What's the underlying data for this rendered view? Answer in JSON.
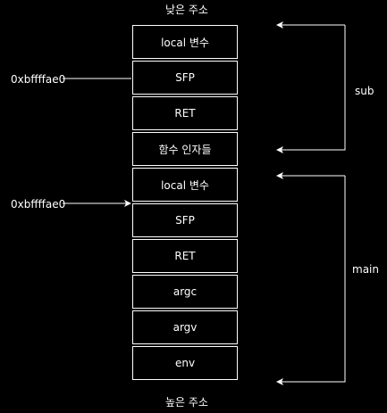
{
  "top_label": "낮은 주소",
  "bottom_label": "높은 주소",
  "stack": [
    {
      "label": "local 변수"
    },
    {
      "label": "SFP"
    },
    {
      "label": "RET"
    },
    {
      "label": "함수 인자들"
    },
    {
      "label": "local 변수"
    },
    {
      "label": "SFP"
    },
    {
      "label": "RET"
    },
    {
      "label": "argc"
    },
    {
      "label": "argv"
    },
    {
      "label": "env"
    }
  ],
  "pointers": [
    {
      "address": "0xbffffae0"
    },
    {
      "address": "0xbffffae0"
    }
  ],
  "frames": [
    {
      "name": "sub"
    },
    {
      "name": "main"
    }
  ]
}
